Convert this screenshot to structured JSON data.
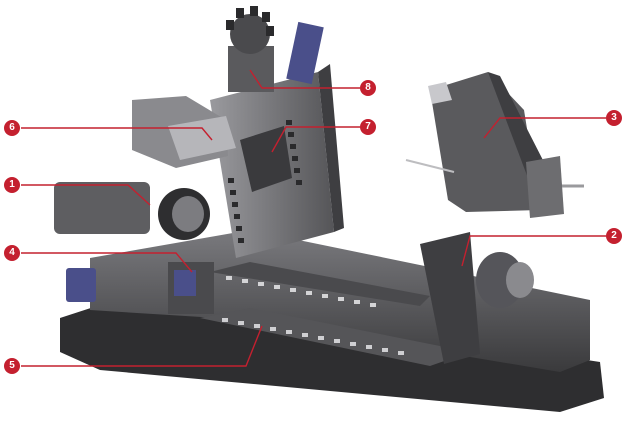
{
  "callouts": [
    {
      "id": "1",
      "label": "1"
    },
    {
      "id": "2",
      "label": "2"
    },
    {
      "id": "3",
      "label": "3"
    },
    {
      "id": "4",
      "label": "4"
    },
    {
      "id": "5",
      "label": "5"
    },
    {
      "id": "6",
      "label": "6"
    },
    {
      "id": "7",
      "label": "7"
    },
    {
      "id": "8",
      "label": "8"
    }
  ],
  "colors": {
    "callout": "#c4202f",
    "leader": "#c4202f",
    "machine_dark": "#3d3d3f",
    "machine_mid": "#6d6d70",
    "machine_light": "#a9a9ad",
    "accent_blue": "#4a4f8a"
  }
}
